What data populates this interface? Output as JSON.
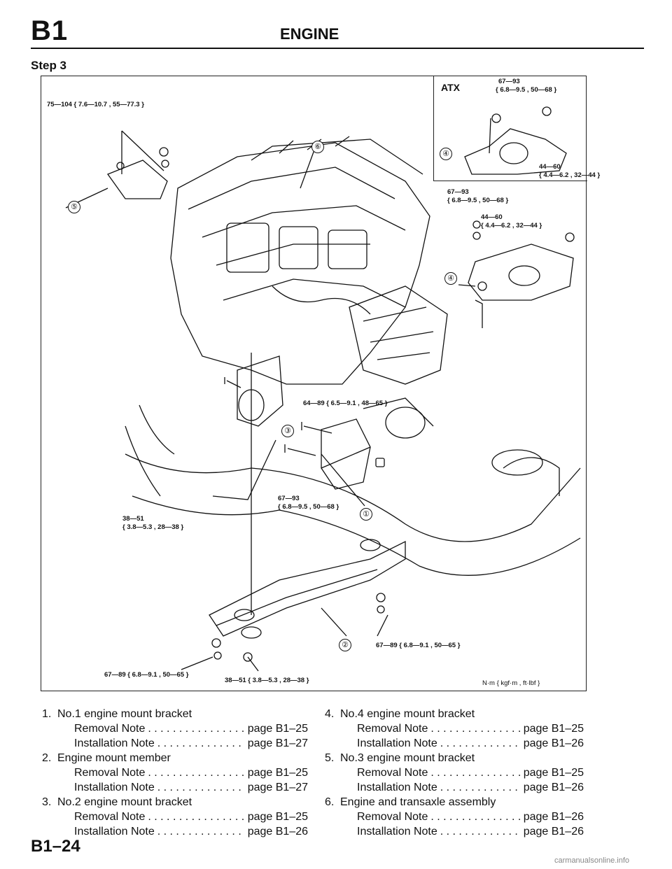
{
  "header": {
    "section_code": "B1",
    "chapter_title": "ENGINE"
  },
  "step_label": "Step 3",
  "figure": {
    "atx_label": "ATX",
    "units_label": "N·m { kgf·m , ft·lbf }",
    "torque_specs": {
      "top_left": "75—104 { 7.6—10.7 , 55—77.3 }",
      "inset_top": "67—93",
      "inset_top_units": "{ 6.8—9.5 , 50—68 }",
      "inset_bottom": "44—60",
      "inset_bottom_units": "{ 4.4—6.2 , 32—44 }",
      "right_top": "67—93",
      "right_top_units": "{ 6.8—9.5 , 50—68 }",
      "right_mid": "44—60",
      "right_mid_units": "{ 4.4—6.2 , 32—44 }",
      "center": "64—89 { 6.5—9.1 , 48—65 }",
      "bracket_mid": "67—93",
      "bracket_mid_units": "{ 6.8—9.5 , 50—68 }",
      "left_mid": "38—51",
      "left_mid_units": "{ 3.8—5.3 , 28—38 }",
      "bottom_right": "67—89 { 6.8—9.1 , 50—65 }",
      "bottom_left": "67—89 { 6.8—9.1 , 50—65 }",
      "bottom_center": "38—51 { 3.8—5.3 , 28—38 }"
    },
    "callouts": {
      "c1": "①",
      "c2": "②",
      "c3": "③",
      "c4_inset": "④",
      "c4_right": "④",
      "c5": "⑤",
      "c6": "⑥"
    }
  },
  "parts_left": [
    {
      "number": "1.",
      "name": "No.1 engine mount bracket",
      "notes": [
        {
          "label": "Removal Note",
          "page": "page B1–25"
        },
        {
          "label": "Installation Note",
          "page": "page B1–27"
        }
      ]
    },
    {
      "number": "2.",
      "name": "Engine mount member",
      "notes": [
        {
          "label": "Removal Note",
          "page": "page B1–25"
        },
        {
          "label": "Installation Note",
          "page": "page B1–27"
        }
      ]
    },
    {
      "number": "3.",
      "name": "No.2 engine mount bracket",
      "notes": [
        {
          "label": "Removal Note",
          "page": "page B1–25"
        },
        {
          "label": "Installation Note",
          "page": "page B1–26"
        }
      ]
    }
  ],
  "parts_right": [
    {
      "number": "4.",
      "name": "No.4 engine mount bracket",
      "notes": [
        {
          "label": "Removal Note",
          "page": "page B1–25"
        },
        {
          "label": "Installation Note",
          "page": "page B1–26"
        }
      ]
    },
    {
      "number": "5.",
      "name": "No.3 engine mount bracket",
      "notes": [
        {
          "label": "Removal Note",
          "page": "page B1–25"
        },
        {
          "label": "Installation Note",
          "page": "page B1–26"
        }
      ]
    },
    {
      "number": "6.",
      "name": "Engine and transaxle assembly",
      "notes": [
        {
          "label": "Removal Note",
          "page": "page B1–26"
        },
        {
          "label": "Installation Note",
          "page": "page B1–26"
        }
      ]
    }
  ],
  "footer": {
    "page_number": "B1–24",
    "watermark": "carmanualsonline.info"
  }
}
